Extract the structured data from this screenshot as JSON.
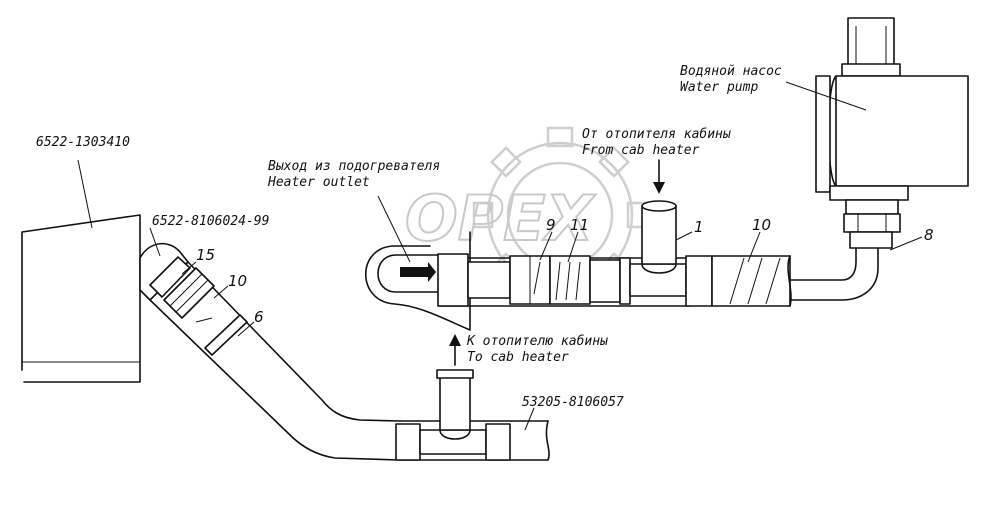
{
  "watermark": {
    "text": "OPEX"
  },
  "labels": {
    "part_6522_1303410": "6522-1303410",
    "part_6522_8106024": "6522-8106024-99",
    "part_53205_8106057": "53205-8106057",
    "water_pump_ru": "Водяной насос",
    "water_pump_en": "Water pump",
    "from_heater_ru": "От отопителя кабины",
    "from_heater_en": "From cab heater",
    "heater_outlet_ru": "Выход из подогревателя",
    "heater_outlet_en": "Heater outlet",
    "to_heater_ru": "К отопителю кабины",
    "to_heater_en": "To cab heater"
  },
  "callouts": {
    "n15": "15",
    "n10_left": "10",
    "n6": "6",
    "n9": "9",
    "n11": "11",
    "n1": "1",
    "n10_right": "10",
    "n8": "8"
  }
}
